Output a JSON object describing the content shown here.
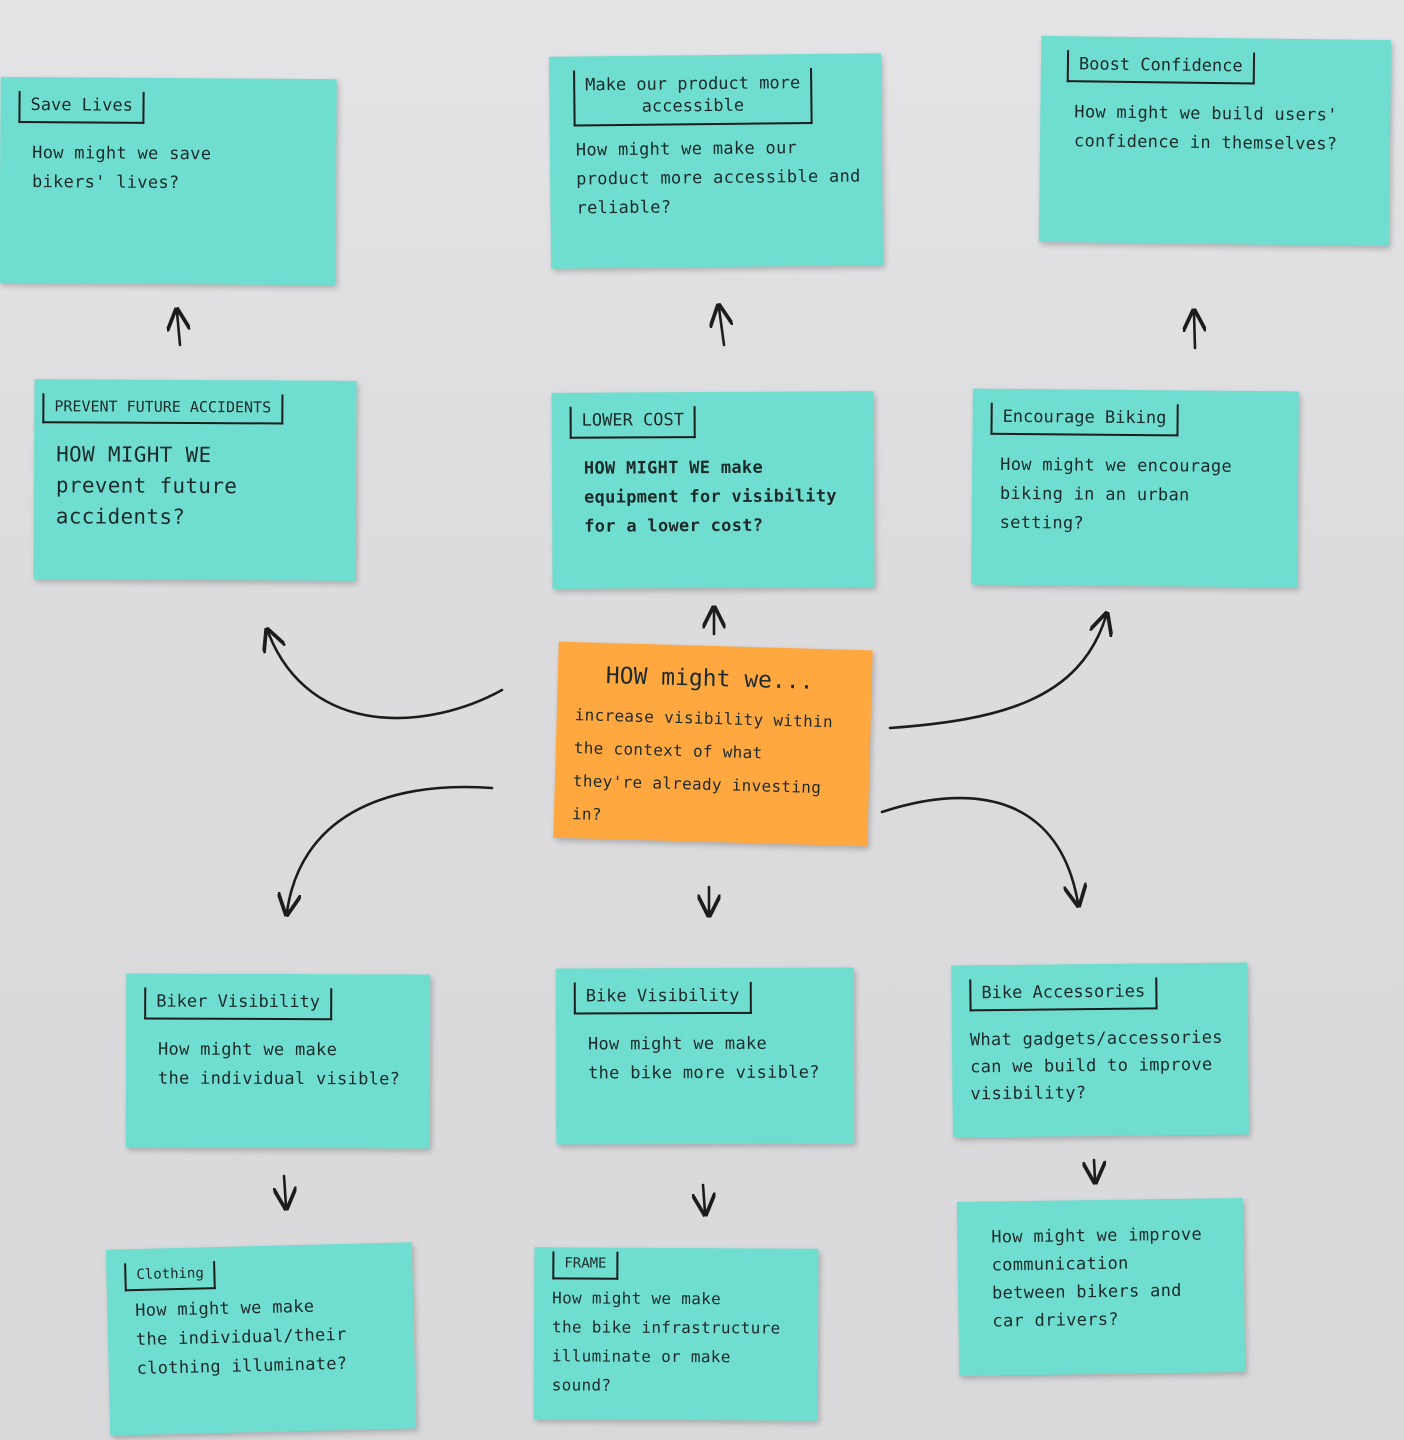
{
  "notes": {
    "save_lives": {
      "tag": "Save Lives",
      "question": "How might we save\nbikers' lives?"
    },
    "accessible": {
      "tag": "Make our product more\naccessible",
      "question": "How might we make our\nproduct more accessible and\nreliable?"
    },
    "confidence": {
      "tag": "Boost Confidence",
      "question": "How might we build users'\nconfidence in themselves?"
    },
    "prevent": {
      "tag": "PREVENT FUTURE ACCIDENTS",
      "question": "HOW MIGHT WE\nprevent future\naccidents?"
    },
    "lower_cost": {
      "tag": "LOWER COST",
      "question": "HOW MIGHT WE make\nequipment for visibility\nfor a lower cost?"
    },
    "encourage": {
      "tag": "Encourage Biking",
      "question": "How might we encourage\nbiking in an urban\nsetting?"
    },
    "center": {
      "title": "HOW might we...",
      "question": "increase visibility within\nthe context of what\nthey're already investing in?"
    },
    "biker_vis": {
      "tag": "Biker Visibility",
      "question": "How might we make\nthe individual visible?"
    },
    "bike_vis": {
      "tag": "Bike Visibility",
      "question": "How might we make\nthe bike more visible?"
    },
    "accessories": {
      "tag": "Bike Accessories",
      "question": "What gadgets/accessories\ncan we build to improve\nvisibility?"
    },
    "clothing": {
      "tag": "Clothing",
      "question": "How might we make\nthe individual/their\nclothing illuminate?"
    },
    "frame": {
      "tag": "FRAME",
      "question": "How might we make\nthe bike infrastructure\nilluminate or make sound?"
    },
    "communication": {
      "question": "How might we improve\ncommunication\nbetween bikers and\ncar drivers?"
    }
  },
  "colors": {
    "teal": "#6fded0",
    "orange": "#ffa840",
    "ink": "#1c1c1c"
  }
}
